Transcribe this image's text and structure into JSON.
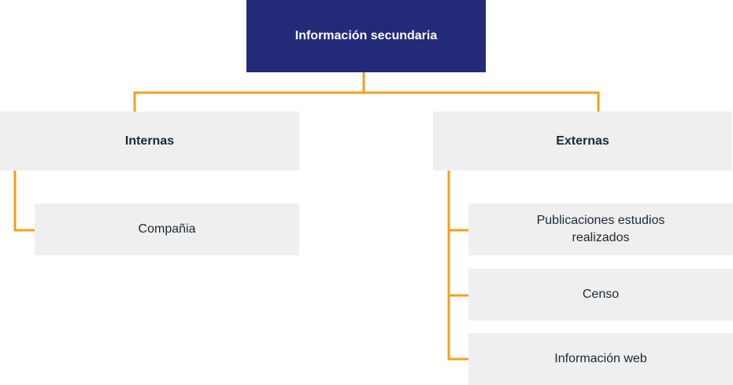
{
  "root": {
    "label": "Información secundaria"
  },
  "groups": [
    {
      "label": "Internas",
      "items": [
        "Compañia"
      ]
    },
    {
      "label": "Externas",
      "items": [
        "Publicaciones estudios realizados",
        "Censo",
        "Información web"
      ]
    }
  ],
  "colors": {
    "root_fill": "#232a78",
    "node_fill": "#efefef",
    "connector": "#f2a11b",
    "text_dark": "#1c2833"
  }
}
